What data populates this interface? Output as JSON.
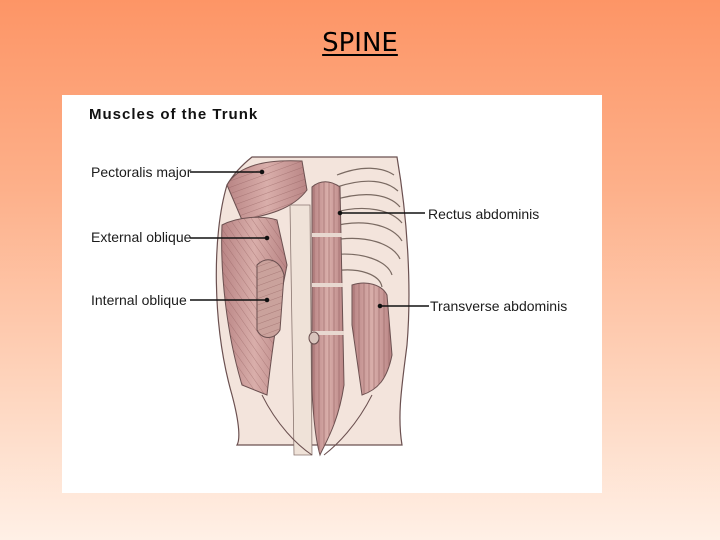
{
  "slide": {
    "title": "SPINE"
  },
  "figure": {
    "title": "Muscles of the Trunk",
    "labels": {
      "pectoralis_major": "Pectoralis major",
      "external_oblique": "External oblique",
      "internal_oblique": "Internal oblique",
      "rectus_abdominis": "Rectus abdominis",
      "transverse_abdominis": "Transverse abdominis"
    }
  }
}
